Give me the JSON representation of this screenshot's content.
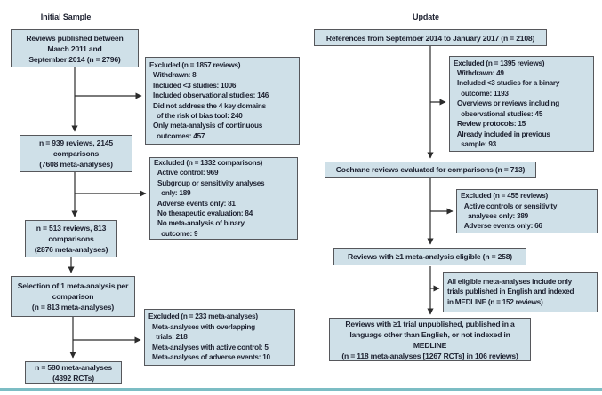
{
  "theme": {
    "box_fill": "#cfe0e8",
    "box_border": "#56575b",
    "text": "#1d2130",
    "arrow": "#2b2b2b",
    "rule": "#7cbdc4"
  },
  "headers": {
    "left": "Initial Sample",
    "right": "Update"
  },
  "boxes": {
    "l1": {
      "lines": [
        "Reviews published between",
        "March 2011 and",
        "September 2014 (n = 2796)"
      ]
    },
    "e1": {
      "lines": [
        "Excluded (n = 1857 reviews)",
        "  Withdrawn: 8",
        "  Included <3 studies: 1006",
        "  Included observational studies: 146",
        "  Did not address the 4 key domains",
        "    of the risk of bias tool: 240",
        "  Only meta-analysis of continuous",
        "    outcomes: 457"
      ]
    },
    "l2": {
      "lines": [
        "n = 939 reviews, 2145",
        "comparisons",
        "(7608 meta-analyses)"
      ]
    },
    "e2": {
      "lines": [
        "Excluded (n = 1332 comparisons)",
        "  Active control: 969",
        "  Subgroup or sensitivity analyses",
        "    only: 189",
        "  Adverse events only: 81",
        "  No therapeutic evaluation: 84",
        "  No meta-analysis of binary",
        "    outcome: 9"
      ]
    },
    "l3": {
      "lines": [
        "n = 513 reviews, 813",
        "comparisons",
        "(2876 meta-analyses)"
      ]
    },
    "l4": {
      "lines": [
        "Selection of 1 meta-analysis per",
        "comparison",
        "(n = 813 meta-analyses)"
      ]
    },
    "e3": {
      "lines": [
        "Excluded (n = 233 meta-analyses)",
        "  Meta-analyses with overlapping",
        "    trials: 218",
        "  Meta-analyses with active control: 5",
        "  Meta-analyses of adverse events: 10"
      ]
    },
    "l5": {
      "lines": [
        "n = 580 meta-analyses",
        "(4392 RCTs)"
      ]
    },
    "r1": {
      "lines": [
        "References from September 2014 to January 2017 (n = 2108)"
      ]
    },
    "e4": {
      "lines": [
        "Excluded (n = 1395 reviews)",
        "  Withdrawn: 49",
        "  Included <3 studies for a binary",
        "    outcome: 1193",
        "  Overviews or reviews including",
        "    observational studies: 45",
        "  Review protocols: 15",
        "  Already included in previous",
        "    sample: 93"
      ]
    },
    "r2": {
      "lines": [
        "Cochrane reviews evaluated for comparisons (n = 713)"
      ]
    },
    "e5": {
      "lines": [
        "Excluded (n = 455 reviews)",
        "  Active controls or sensitivity",
        "    analyses only: 389",
        "  Adverse events only: 66"
      ]
    },
    "r3": {
      "lines": [
        "Reviews with ≥1 meta-analysis eligible (n = 258)"
      ]
    },
    "e6": {
      "lines": [
        "All eligible meta-analyses include only",
        "trials published in English and indexed",
        "in MEDLINE (n = 152 reviews)"
      ]
    },
    "r4": {
      "lines": [
        "Reviews with ≥1 trial unpublished, published in a",
        "language other than English, or not indexed in",
        "MEDLINE",
        "(n = 118 meta-analyses [1267 RCTs] in 106 reviews)"
      ]
    }
  }
}
